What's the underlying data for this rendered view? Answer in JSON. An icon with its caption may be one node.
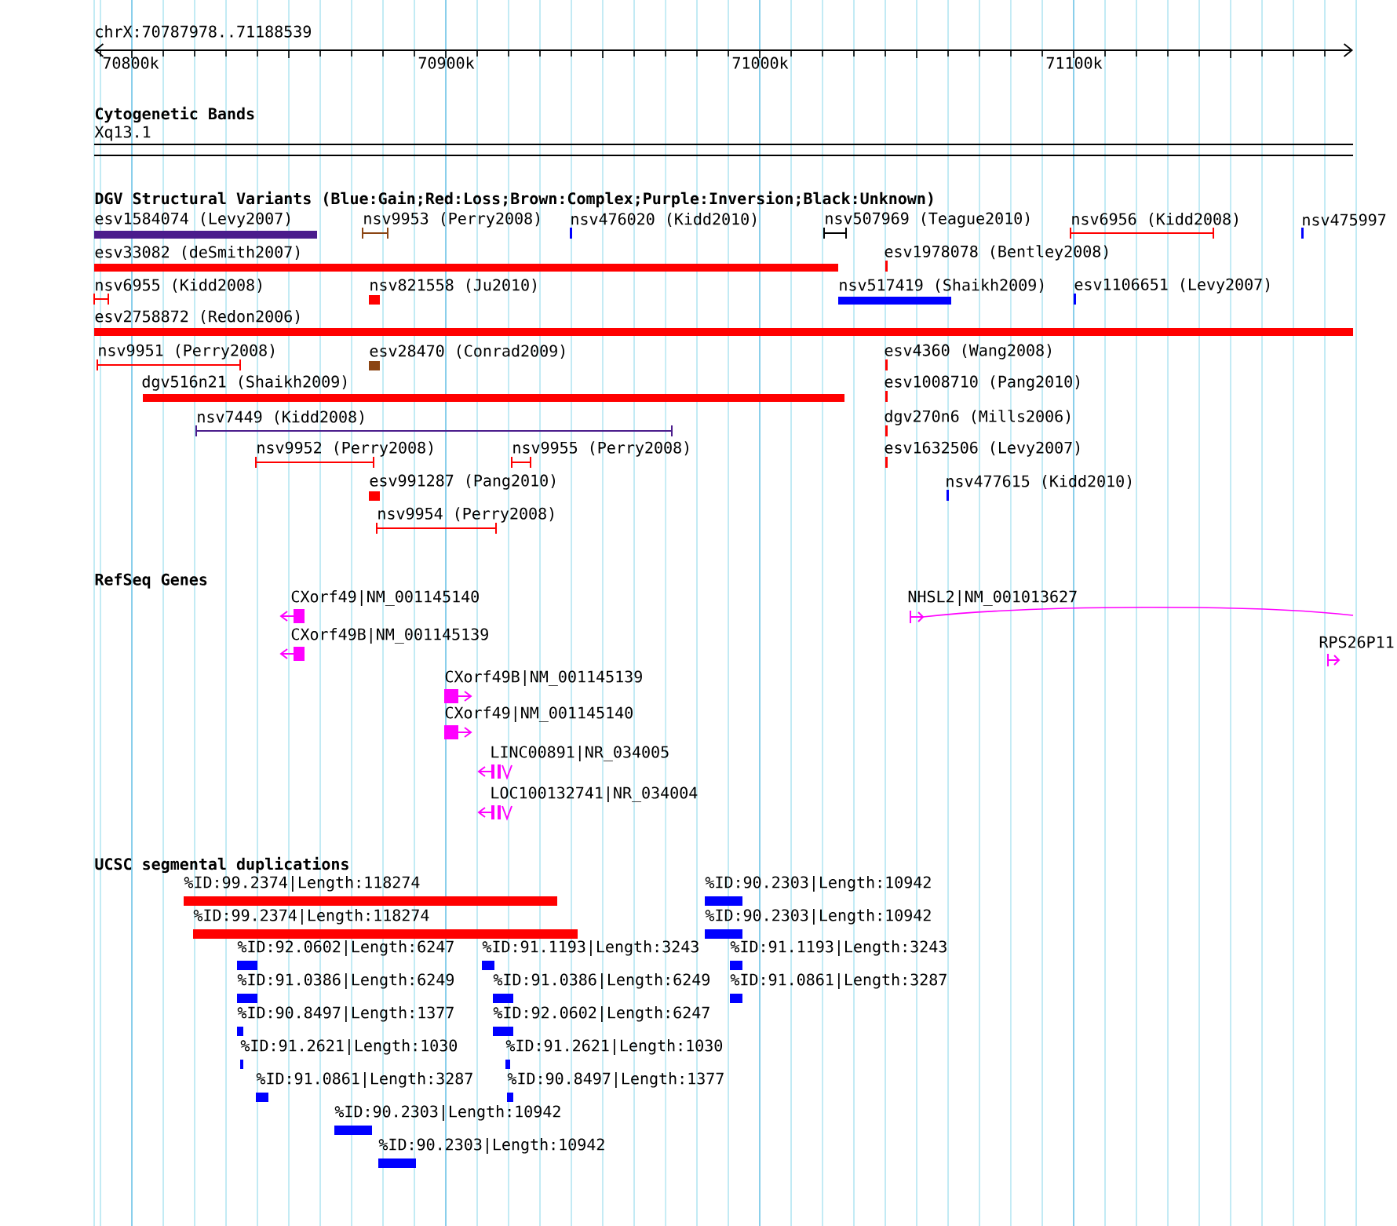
{
  "diagram": {
    "title": "chrX:70787978..71188539",
    "labels": [
      "70800k",
      "70900k",
      "71000k",
      "71100k",
      "Cytogenetic Bands",
      "Xq13.1",
      "DGV Structural Variants (Blue:Gain;Red:Loss;Brown:Complex;Purple:Inversion;Black:Unknown)",
      "esv1584074 (Levy2007)",
      "nsv9953 (Perry2008)",
      "nsv476020 (Kidd2010)",
      "nsv507969 (Teague2010)",
      "nsv6956 (Kidd2008)",
      "nsv475997",
      "esv33082 (deSmith2007)",
      "esv1978078 (Bentley2008)",
      "nsv6955 (Kidd2008)",
      "nsv821558 (Ju2010)",
      "nsv517419 (Shaikh2009)",
      "esv1106651 (Levy2007)",
      "esv2758872 (Redon2006)",
      "nsv9951 (Perry2008)",
      "esv28470 (Conrad2009)",
      "esv4360 (Wang2008)",
      "dgv516n21 (Shaikh2009)",
      "esv1008710 (Pang2010)",
      "nsv7449 (Kidd2008)",
      "dgv270n6 (Mills2006)",
      "nsv9952 (Perry2008)",
      "nsv9955 (Perry2008)",
      "esv1632506 (Levy2007)",
      "esv991287 (Pang2010)",
      "nsv477615 (Kidd2010)",
      "nsv9954 (Perry2008)",
      "RefSeq Genes",
      "CXorf49|NM_001145140",
      "NHSL2|NM_001013627",
      "CXorf49B|NM_001145139",
      "RPS26P11",
      "CXorf49B|NM_001145139",
      "CXorf49|NM_001145140",
      "LINC00891|NR_034005",
      "LOC100132741|NR_034004",
      "UCSC segmental duplications",
      "%ID:99.2374|Length:118274",
      "%ID:90.2303|Length:10942",
      "%ID:99.2374|Length:118274",
      "%ID:90.2303|Length:10942",
      "%ID:92.0602|Length:6247",
      "%ID:91.1193|Length:3243",
      "%ID:91.1193|Length:3243",
      "%ID:91.0386|Length:6249",
      "%ID:91.0386|Length:6249",
      "%ID:91.0861|Length:3287",
      "%ID:90.8497|Length:1377",
      "%ID:92.0602|Length:6247",
      "%ID:91.2621|Length:1030",
      "%ID:91.2621|Length:1030",
      "%ID:91.0861|Length:3287",
      "%ID:90.8497|Length:1377",
      "%ID:90.2303|Length:10942",
      "%ID:90.2303|Length:10942"
    ]
  }
}
